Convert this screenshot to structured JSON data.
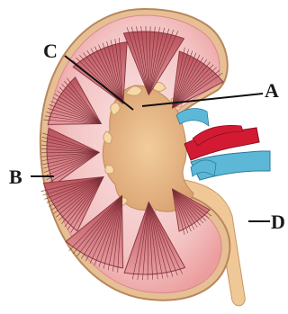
{
  "labels": {
    "a": "A",
    "b": "B",
    "c": "C",
    "d": "D"
  },
  "colors": {
    "capsule": "#d9a27c",
    "cortex": "#f4c6c6",
    "cortex_inner": "#f8dada",
    "medulla_pyramid": "#c56a6e",
    "pyramid_stripe": "#7a2e36",
    "pelvis": "#e7b88a",
    "calyx": "#f6d9a8",
    "artery": "#d21b33",
    "vein": "#5db8d8",
    "ureter": "#f0c898",
    "leader_line": "#111111"
  }
}
